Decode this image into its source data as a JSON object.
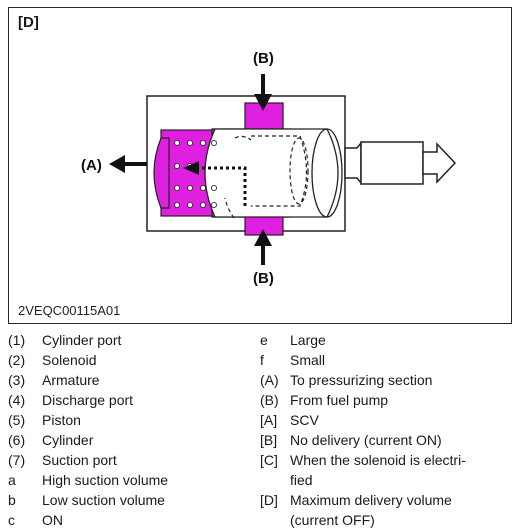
{
  "figure": {
    "panel_tag": "[D]",
    "code": "2VEQC00115A01",
    "labels": {
      "top": "(B)",
      "bottom": "(B)",
      "left": "(A)"
    },
    "colors": {
      "magenta": "#e020e0",
      "outline": "#222222"
    }
  },
  "legend_left": [
    {
      "key": "(1)",
      "text": "Cylinder port"
    },
    {
      "key": "(2)",
      "text": "Solenoid"
    },
    {
      "key": "(3)",
      "text": "Armature"
    },
    {
      "key": "(4)",
      "text": "Discharge port"
    },
    {
      "key": "(5)",
      "text": "Piston"
    },
    {
      "key": "(6)",
      "text": "Cylinder"
    },
    {
      "key": "(7)",
      "text": "Suction port"
    },
    {
      "key": "a",
      "text": "High suction volume"
    },
    {
      "key": "b",
      "text": "Low suction volume"
    },
    {
      "key": "c",
      "text": "ON"
    }
  ],
  "legend_right": [
    {
      "key": "e",
      "text": "Large"
    },
    {
      "key": "f",
      "text": "Small"
    },
    {
      "key": "(A)",
      "text": "To pressurizing section"
    },
    {
      "key": "(B)",
      "text": "From fuel pump"
    },
    {
      "key": "[A]",
      "text": "SCV"
    },
    {
      "key": "[B]",
      "text": "No delivery (current ON)"
    },
    {
      "key": "[C]",
      "text": "When the solenoid is electri-\nfied"
    },
    {
      "key": "[D]",
      "text": "Maximum delivery volume\n(current OFF)"
    }
  ]
}
